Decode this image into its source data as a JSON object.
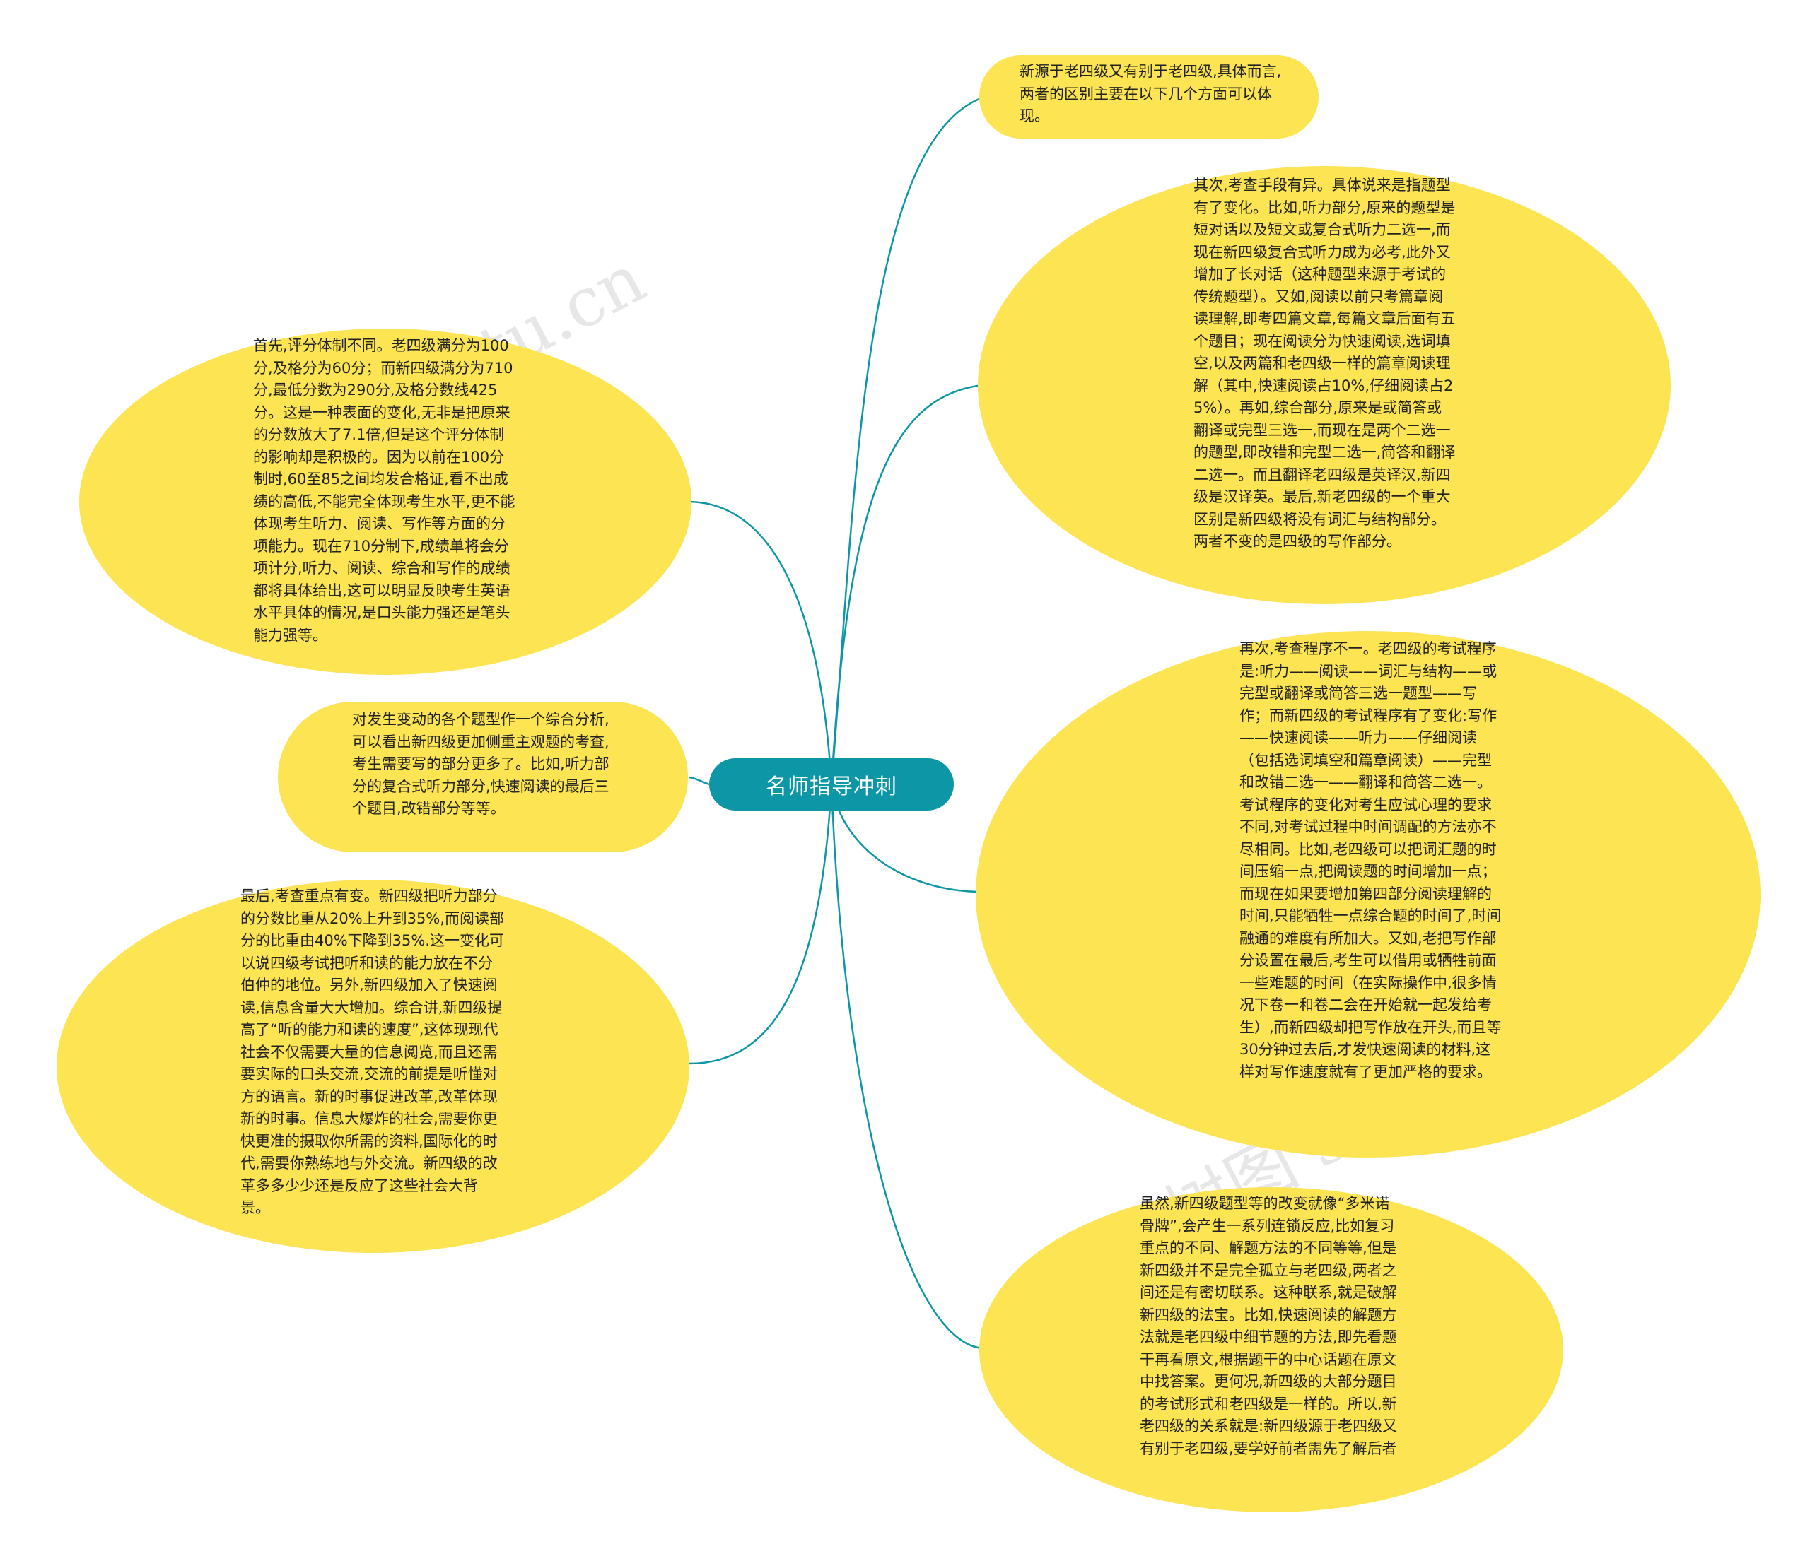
{
  "center": {
    "label": "名师指导冲刺"
  },
  "watermark": {
    "text": "树图 shutu.cn"
  },
  "colors": {
    "node_fill": "#fce453",
    "center_fill": "#0c96a6",
    "connector": "#0c96a6"
  },
  "branches": [
    {
      "id": "r1",
      "side": "right",
      "text": "新源于老四级又有别于老四级,具体而言,两者的区别主要在以下几个方面可以体现。"
    },
    {
      "id": "r2",
      "side": "right",
      "text": "其次,考查手段有异。具体说来是指题型有了变化。比如,听力部分,原来的题型是短对话以及短文或复合式听力二选一,而现在新四级复合式听力成为必考,此外又增加了长对话（这种题型来源于考试的传统题型）。又如,阅读以前只考篇章阅读理解,即考四篇文章,每篇文章后面有五个题目；现在阅读分为快速阅读,选词填空,以及两篇和老四级一样的篇章阅读理解（其中,快速阅读占10%,仔细阅读占25%）。再如,综合部分,原来是或简答或翻译或完型三选一,而现在是两个二选一的题型,即改错和完型二选一,简答和翻译二选一。而且翻译老四级是英译汉,新四级是汉译英。最后,新老四级的一个重大区别是新四级将没有词汇与结构部分。两者不变的是四级的写作部分。"
    },
    {
      "id": "r3",
      "side": "right",
      "text": "再次,考查程序不一。老四级的考试程序是:听力——阅读——词汇与结构——或完型或翻译或简答三选一题型——写作；而新四级的考试程序有了变化:写作——快速阅读——听力——仔细阅读（包括选词填空和篇章阅读）——完型和改错二选一——翻译和简答二选一。考试程序的变化对考生应试心理的要求不同,对考试过程中时间调配的方法亦不尽相同。比如,老四级可以把词汇题的时间压缩一点,把阅读题的时间增加一点；而现在如果要增加第四部分阅读理解的时间,只能牺牲一点综合题的时间了,时间融通的难度有所加大。又如,老把写作部分设置在最后,考生可以借用或牺牲前面一些难题的时间（在实际操作中,很多情况下卷一和卷二会在开始就一起发给考生）,而新四级却把写作放在开头,而且等30分钟过去后,才发快速阅读的材料,这样对写作速度就有了更加严格的要求。"
    },
    {
      "id": "r4",
      "side": "right",
      "text": "虽然,新四级题型等的改变就像“多米诺骨牌”,会产生一系列连锁反应,比如复习重点的不同、解题方法的不同等等,但是新四级并不是完全孤立与老四级,两者之间还是有密切联系。这种联系,就是破解新四级的法宝。比如,快速阅读的解题方法就是老四级中细节题的方法,即先看题干再看原文,根据题干的中心话题在原文中找答案。更何况,新四级的大部分题目的考试形式和老四级是一样的。所以,新老四级的关系就是:新四级源于老四级又有别于老四级,要学好前者需先了解后者"
    },
    {
      "id": "l1",
      "side": "left",
      "text": "首先,评分体制不同。老四级满分为100分,及格分为60分；而新四级满分为710分,最低分数为290分,及格分数线425分。这是一种表面的变化,无非是把原来的分数放大了7.1倍,但是这个评分体制的影响却是积极的。因为以前在100分制时,60至85之间均发合格证,看不出成绩的高低,不能完全体现考生水平,更不能体现考生听力、阅读、写作等方面的分项能力。现在710分制下,成绩单将会分项计分,听力、阅读、综合和写作的成绩都将具体给出,这可以明显反映考生英语水平具体的情况,是口头能力强还是笔头能力强等。"
    },
    {
      "id": "l2",
      "side": "left",
      "text": "对发生变动的各个题型作一个综合分析,可以看出新四级更加侧重主观题的考查,考生需要写的部分更多了。比如,听力部分的复合式听力部分,快速阅读的最后三个题目,改错部分等等。"
    },
    {
      "id": "l3",
      "side": "left",
      "text": "最后,考查重点有变。新四级把听力部分的分数比重从20%上升到35%,而阅读部分的比重由40%下降到35%.这一变化可以说四级考试把听和读的能力放在不分伯仲的地位。另外,新四级加入了快速阅读,信息含量大大增加。综合讲,新四级提高了“听的能力和读的速度”,这体现现代社会不仅需要大量的信息阅览,而且还需要实际的口头交流,交流的前提是听懂对方的语言。新的时事促进改革,改革体现新的时事。信息大爆炸的社会,需要你更快更准的摄取你所需的资料,国际化的时代,需要你熟练地与外交流。新四级的改革多多少少还是反应了这些社会大背景。"
    }
  ]
}
